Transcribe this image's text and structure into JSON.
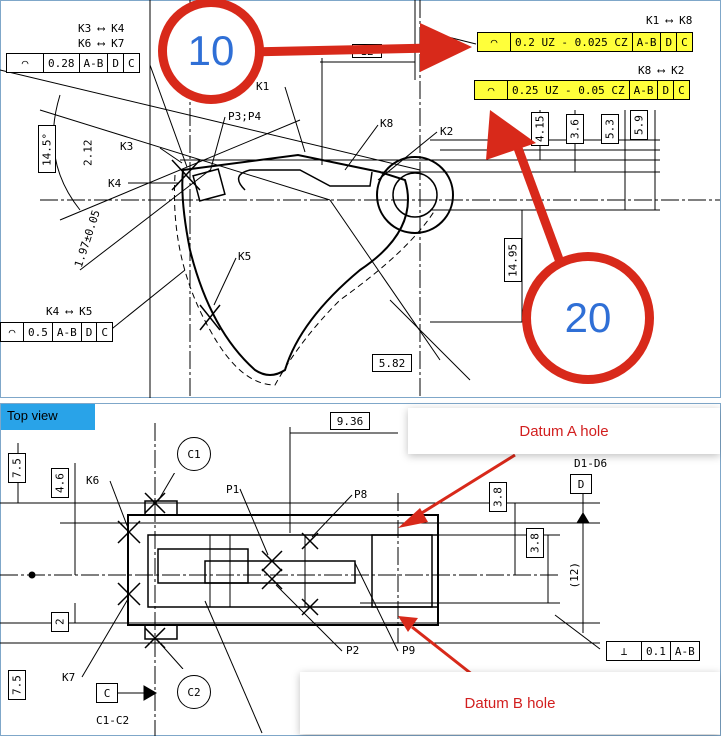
{
  "top_view_label": "Top view",
  "callouts": {
    "ten": "10",
    "twenty": "20"
  },
  "notes": {
    "datum_a": "Datum A hole",
    "datum_b": "Datum B hole"
  },
  "upper": {
    "fcf_left": {
      "value": "0.28",
      "ref1": "A-B",
      "ref2": "D",
      "ref3": "C"
    },
    "fcf_left_label_1": "K3 ⟷ K4",
    "fcf_left_label_2": "K6 ⟷ K7",
    "fcf_top_right": {
      "value": "0.2 UZ - 0.025 CZ",
      "ref1": "A-B",
      "ref2": "D",
      "ref3": "C"
    },
    "fcf_top_right_label": "K1 ⟷ K8",
    "fcf_mid_right": {
      "value": "0.25 UZ - 0.05 CZ",
      "ref1": "A-B",
      "ref2": "D",
      "ref3": "C"
    },
    "fcf_mid_right_label": "K8 ⟷ K2",
    "fcf_bottom_left": {
      "value": "0.5",
      "ref1": "A-B",
      "ref2": "D",
      "ref3": "C"
    },
    "fcf_bottom_left_label": "K4 ⟷ K5",
    "angle": "14.5°",
    "dim_212": "2.12",
    "dim_12": "12",
    "dim_415": "4.15",
    "dim_36": "3.6",
    "dim_53": "5.3",
    "dim_59": "5.9",
    "dim_1495": "14.95",
    "dim_582": "5.82",
    "dim_r": "1.97±0.05",
    "labels": {
      "k1": "K1",
      "k2": "K2",
      "k3": "K3",
      "k4": "K4",
      "k5": "K5",
      "k8": "K8",
      "p3p4": "P3;P4"
    }
  },
  "lower": {
    "dim_936": "9.36",
    "dim_75_top": "7.5",
    "dim_46": "4.6",
    "dim_2": "2",
    "dim_75_bot": "7.5",
    "dim_38_a": "3.8",
    "dim_38_b": "3.8",
    "dim_12p": "(12)",
    "c1": "C1",
    "c2": "C2",
    "datum_d": "D",
    "datum_c": "C",
    "d_range": "D1-D6",
    "c_range": "C1-C2",
    "fcf_perp": {
      "value": "0.1",
      "ref1": "A-B"
    },
    "labels": {
      "k6": "K6",
      "k7": "K7",
      "p1": "P1",
      "p2": "P2",
      "p8": "P8",
      "p9": "P9"
    }
  },
  "colors": {
    "red": "#d8291a",
    "highlight": "#ffff3a",
    "tab_blue": "#29a3e8",
    "blue_text": "#2f6fd6"
  }
}
